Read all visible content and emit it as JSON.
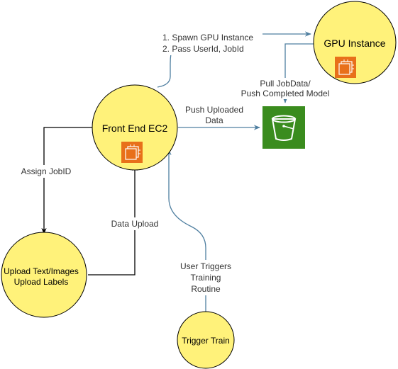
{
  "colors": {
    "node_fill": "#fff27a",
    "node_stroke": "#000000",
    "edge_blue": "#4f7fa0",
    "edge_black": "#000000",
    "ec2_orange": "#e8701a",
    "s3_green": "#3a8c1e"
  },
  "nodes": {
    "frontend": {
      "label": "Front End EC2",
      "icon": "ec2-instance-icon"
    },
    "gpu": {
      "label": "GPU Instance",
      "icon": "ec2-instance-icon"
    },
    "s3": {
      "icon": "s3-bucket-icon"
    },
    "upload": {
      "line1": "Upload Text/Images",
      "line2": "Upload Labels"
    },
    "trigger": {
      "label": "Trigger Train"
    }
  },
  "edges": {
    "spawn": {
      "line1": "1. Spawn GPU Instance",
      "line2": "2. Pass UserId, JobId"
    },
    "push": {
      "line1": "Push Uploaded",
      "line2": "Data"
    },
    "pull": {
      "line1": "Pull JobData/",
      "line2": "Push Completed Model"
    },
    "assign": {
      "label": "Assign JobID"
    },
    "data_upload": {
      "label": "Data Upload"
    },
    "user_triggers": {
      "line1": "User Triggers",
      "line2": "Training",
      "line3": "Routine"
    }
  }
}
